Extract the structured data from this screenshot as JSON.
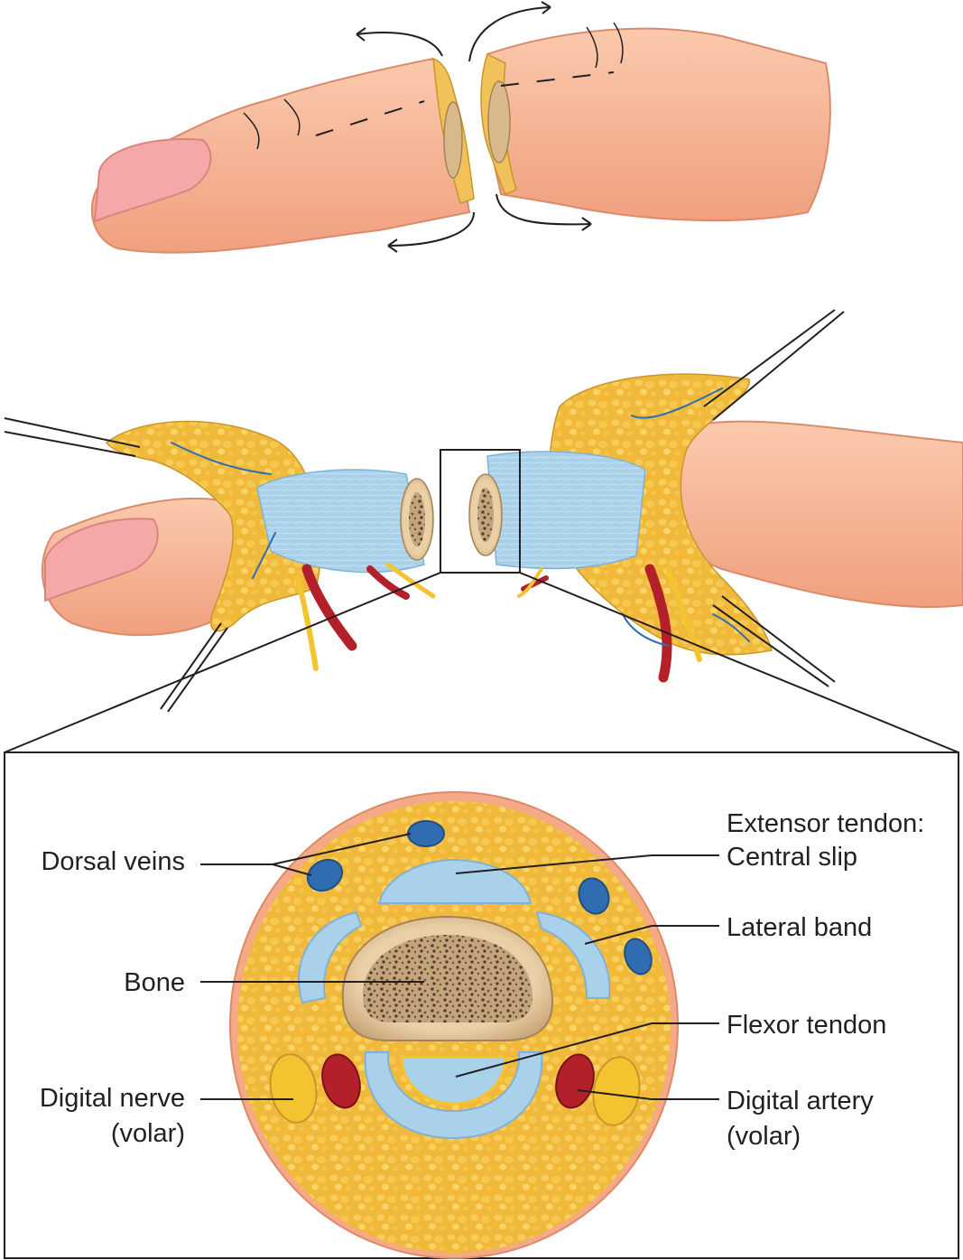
{
  "labels": {
    "dorsal_veins": "Dorsal veins",
    "bone": "Bone",
    "digital_nerve_line1": "Digital nerve",
    "digital_nerve_line2": "(volar)",
    "extensor_line1": "Extensor tendon:",
    "extensor_line2": "Central slip",
    "lateral_band": "Lateral band",
    "flexor_tendon": "Flexor tendon",
    "digital_artery_line1": "Digital artery",
    "digital_artery_line2": "(volar)"
  },
  "colors": {
    "skin": "#f7b89a",
    "skin_shade": "#e79575",
    "nail": "#f6a8a8",
    "fat": "#f0b93a",
    "fat_light": "#fbd36a",
    "tendon": "#a9d1ea",
    "tendon_dark": "#7fb2d4",
    "bone_cortex": "#ead0a6",
    "bone_marrow": "#9a7a55",
    "vein": "#2f6db0",
    "artery": "#b3202a",
    "nerve": "#f4c430",
    "line": "#231f20"
  }
}
